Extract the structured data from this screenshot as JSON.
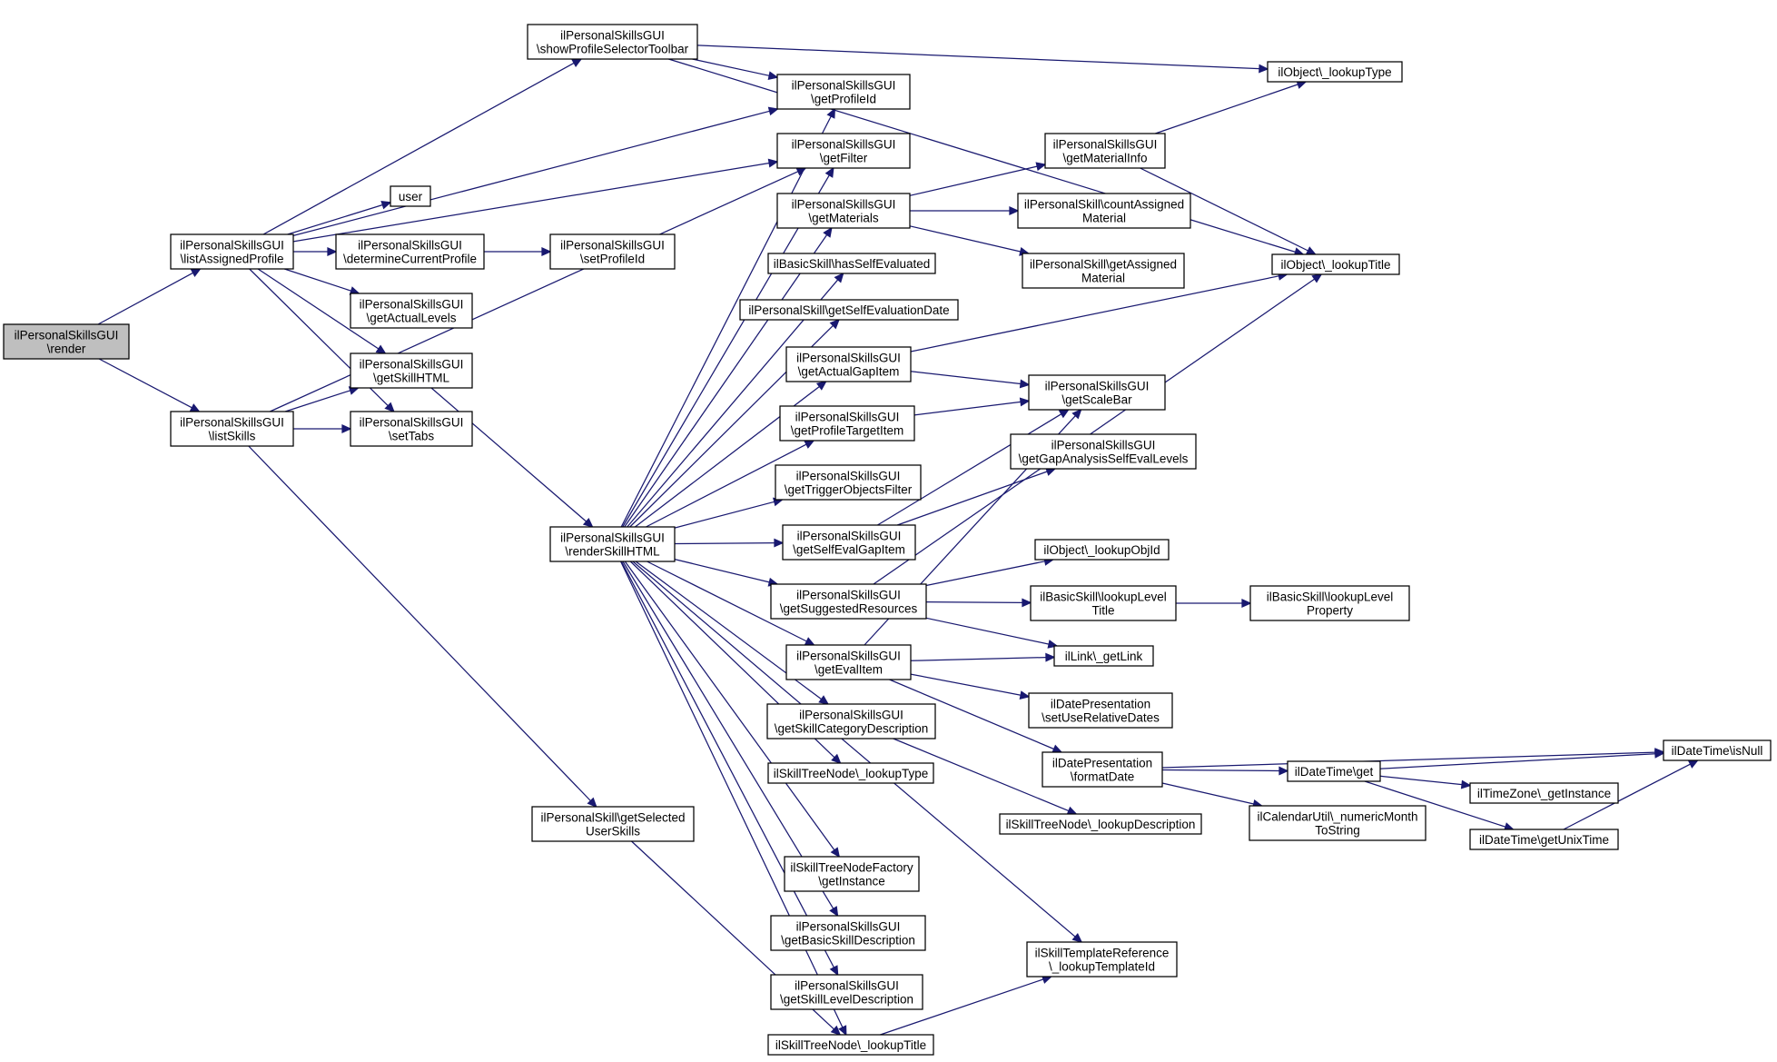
{
  "nodes": [
    {
      "id": "render",
      "lines": [
        "ilPersonalSkillsGUI",
        "\\render"
      ],
      "root": true
    },
    {
      "id": "listAssignedProfile",
      "lines": [
        "ilPersonalSkillsGUI",
        "\\listAssignedProfile"
      ]
    },
    {
      "id": "listSkills",
      "lines": [
        "ilPersonalSkillsGUI",
        "\\listSkills"
      ]
    },
    {
      "id": "showProfileSelectorToolbar",
      "lines": [
        "ilPersonalSkillsGUI",
        "\\showProfileSelectorToolbar"
      ]
    },
    {
      "id": "user",
      "lines": [
        "user"
      ]
    },
    {
      "id": "determineCurrentProfile",
      "lines": [
        "ilPersonalSkillsGUI",
        "\\determineCurrentProfile"
      ]
    },
    {
      "id": "setProfileId",
      "lines": [
        "ilPersonalSkillsGUI",
        "\\setProfileId"
      ]
    },
    {
      "id": "getActualLevels",
      "lines": [
        "ilPersonalSkillsGUI",
        "\\getActualLevels"
      ]
    },
    {
      "id": "getSkillHTML",
      "lines": [
        "ilPersonalSkillsGUI",
        "\\getSkillHTML"
      ]
    },
    {
      "id": "setTabs",
      "lines": [
        "ilPersonalSkillsGUI",
        "\\setTabs"
      ]
    },
    {
      "id": "getSelectedUserSkills",
      "lines": [
        "ilPersonalSkill\\getSelected",
        "UserSkills"
      ]
    },
    {
      "id": "renderSkillHTML",
      "lines": [
        "ilPersonalSkillsGUI",
        "\\renderSkillHTML"
      ]
    },
    {
      "id": "getProfileId",
      "lines": [
        "ilPersonalSkillsGUI",
        "\\getProfileId"
      ]
    },
    {
      "id": "getFilter",
      "lines": [
        "ilPersonalSkillsGUI",
        "\\getFilter"
      ]
    },
    {
      "id": "getMaterials",
      "lines": [
        "ilPersonalSkillsGUI",
        "\\getMaterials"
      ]
    },
    {
      "id": "hasSelfEvaluated",
      "lines": [
        "ilBasicSkill\\hasSelfEvaluated"
      ]
    },
    {
      "id": "getSelfEvaluationDate",
      "lines": [
        "ilPersonalSkill\\getSelfEvaluationDate"
      ]
    },
    {
      "id": "getActualGapItem",
      "lines": [
        "ilPersonalSkillsGUI",
        "\\getActualGapItem"
      ]
    },
    {
      "id": "getProfileTargetItem",
      "lines": [
        "ilPersonalSkillsGUI",
        "\\getProfileTargetItem"
      ]
    },
    {
      "id": "getTriggerObjectsFilter",
      "lines": [
        "ilPersonalSkillsGUI",
        "\\getTriggerObjectsFilter"
      ]
    },
    {
      "id": "getSelfEvalGapItem",
      "lines": [
        "ilPersonalSkillsGUI",
        "\\getSelfEvalGapItem"
      ]
    },
    {
      "id": "getSuggestedResources",
      "lines": [
        "ilPersonalSkillsGUI",
        "\\getSuggestedResources"
      ]
    },
    {
      "id": "getEvalItem",
      "lines": [
        "ilPersonalSkillsGUI",
        "\\getEvalItem"
      ]
    },
    {
      "id": "getSkillCategoryDescription",
      "lines": [
        "ilPersonalSkillsGUI",
        "\\getSkillCategoryDescription"
      ]
    },
    {
      "id": "stnLookupType",
      "lines": [
        "ilSkillTreeNode\\_lookupType"
      ]
    },
    {
      "id": "stnfGetInstance",
      "lines": [
        "ilSkillTreeNodeFactory",
        "\\getInstance"
      ]
    },
    {
      "id": "getBasicSkillDescription",
      "lines": [
        "ilPersonalSkillsGUI",
        "\\getBasicSkillDescription"
      ]
    },
    {
      "id": "getSkillLevelDescription",
      "lines": [
        "ilPersonalSkillsGUI",
        "\\getSkillLevelDescription"
      ]
    },
    {
      "id": "stnLookupTitle",
      "lines": [
        "ilSkillTreeNode\\_lookupTitle"
      ]
    },
    {
      "id": "getMaterialInfo",
      "lines": [
        "ilPersonalSkillsGUI",
        "\\getMaterialInfo"
      ]
    },
    {
      "id": "countAssignedMaterial",
      "lines": [
        "ilPersonalSkill\\countAssigned",
        "Material"
      ]
    },
    {
      "id": "getAssignedMaterial",
      "lines": [
        "ilPersonalSkill\\getAssigned",
        "Material"
      ]
    },
    {
      "id": "getScaleBar",
      "lines": [
        "ilPersonalSkillsGUI",
        "\\getScaleBar"
      ]
    },
    {
      "id": "getGapAnalysisSelfEvalLevels",
      "lines": [
        "ilPersonalSkillsGUI",
        "\\getGapAnalysisSelfEvalLevels"
      ]
    },
    {
      "id": "lookupObjId",
      "lines": [
        "ilObject\\_lookupObjId"
      ]
    },
    {
      "id": "bsLookupLevelTitle",
      "lines": [
        "ilBasicSkill\\lookupLevel",
        "Title"
      ]
    },
    {
      "id": "getLink",
      "lines": [
        "ilLink\\_getLink"
      ]
    },
    {
      "id": "setUseRelativeDates",
      "lines": [
        "ilDatePresentation",
        "\\setUseRelativeDates"
      ]
    },
    {
      "id": "formatDate",
      "lines": [
        "ilDatePresentation",
        "\\formatDate"
      ]
    },
    {
      "id": "stnLookupDescription",
      "lines": [
        "ilSkillTreeNode\\_lookupDescription"
      ]
    },
    {
      "id": "lookupTemplateId",
      "lines": [
        "ilSkillTemplateReference",
        "\\_lookupTemplateId"
      ]
    },
    {
      "id": "objLookupType",
      "lines": [
        "ilObject\\_lookupType"
      ]
    },
    {
      "id": "objLookupTitle",
      "lines": [
        "ilObject\\_lookupTitle"
      ]
    },
    {
      "id": "bsLookupLevelProperty",
      "lines": [
        "ilBasicSkill\\lookupLevel",
        "Property"
      ]
    },
    {
      "id": "dtGet",
      "lines": [
        "ilDateTime\\get"
      ]
    },
    {
      "id": "numericMonthToString",
      "lines": [
        "ilCalendarUtil\\_numericMonth",
        "ToString"
      ]
    },
    {
      "id": "isNull",
      "lines": [
        "ilDateTime\\isNull"
      ]
    },
    {
      "id": "tzGetInstance",
      "lines": [
        "ilTimeZone\\_getInstance"
      ]
    },
    {
      "id": "getUnixTime",
      "lines": [
        "ilDateTime\\getUnixTime"
      ]
    }
  ],
  "edges": [
    [
      "render",
      "listAssignedProfile"
    ],
    [
      "render",
      "listSkills"
    ],
    [
      "listAssignedProfile",
      "showProfileSelectorToolbar"
    ],
    [
      "listAssignedProfile",
      "getProfileId"
    ],
    [
      "listAssignedProfile",
      "getFilter"
    ],
    [
      "listAssignedProfile",
      "user"
    ],
    [
      "listAssignedProfile",
      "determineCurrentProfile"
    ],
    [
      "listAssignedProfile",
      "getActualLevels"
    ],
    [
      "listAssignedProfile",
      "getSkillHTML"
    ],
    [
      "listAssignedProfile",
      "setTabs"
    ],
    [
      "listSkills",
      "getSkillHTML"
    ],
    [
      "listSkills",
      "setTabs"
    ],
    [
      "listSkills",
      "getFilter"
    ],
    [
      "listSkills",
      "getSelectedUserSkills"
    ],
    [
      "showProfileSelectorToolbar",
      "objLookupType"
    ],
    [
      "showProfileSelectorToolbar",
      "objLookupTitle"
    ],
    [
      "showProfileSelectorToolbar",
      "getProfileId"
    ],
    [
      "determineCurrentProfile",
      "setProfileId"
    ],
    [
      "getSkillHTML",
      "renderSkillHTML"
    ],
    [
      "getSelectedUserSkills",
      "stnLookupTitle"
    ],
    [
      "renderSkillHTML",
      "getProfileId"
    ],
    [
      "renderSkillHTML",
      "getFilter"
    ],
    [
      "renderSkillHTML",
      "getMaterials"
    ],
    [
      "renderSkillHTML",
      "hasSelfEvaluated"
    ],
    [
      "renderSkillHTML",
      "getSelfEvaluationDate"
    ],
    [
      "renderSkillHTML",
      "getActualGapItem"
    ],
    [
      "renderSkillHTML",
      "getProfileTargetItem"
    ],
    [
      "renderSkillHTML",
      "getTriggerObjectsFilter"
    ],
    [
      "renderSkillHTML",
      "getSelfEvalGapItem"
    ],
    [
      "renderSkillHTML",
      "getSuggestedResources"
    ],
    [
      "renderSkillHTML",
      "getEvalItem"
    ],
    [
      "renderSkillHTML",
      "getSkillCategoryDescription"
    ],
    [
      "renderSkillHTML",
      "stnLookupType"
    ],
    [
      "renderSkillHTML",
      "stnfGetInstance"
    ],
    [
      "renderSkillHTML",
      "getBasicSkillDescription"
    ],
    [
      "renderSkillHTML",
      "getSkillLevelDescription"
    ],
    [
      "renderSkillHTML",
      "stnLookupTitle"
    ],
    [
      "renderSkillHTML",
      "lookupTemplateId"
    ],
    [
      "getMaterials",
      "getMaterialInfo"
    ],
    [
      "getMaterials",
      "countAssignedMaterial"
    ],
    [
      "getMaterials",
      "getAssignedMaterial"
    ],
    [
      "getMaterialInfo",
      "objLookupType"
    ],
    [
      "getMaterialInfo",
      "objLookupTitle"
    ],
    [
      "getActualGapItem",
      "objLookupTitle"
    ],
    [
      "getActualGapItem",
      "getScaleBar"
    ],
    [
      "getProfileTargetItem",
      "getScaleBar"
    ],
    [
      "getSelfEvalGapItem",
      "getScaleBar"
    ],
    [
      "getSelfEvalGapItem",
      "getGapAnalysisSelfEvalLevels"
    ],
    [
      "getSuggestedResources",
      "objLookupTitle"
    ],
    [
      "getSuggestedResources",
      "lookupObjId"
    ],
    [
      "getSuggestedResources",
      "bsLookupLevelTitle"
    ],
    [
      "getSuggestedResources",
      "getLink"
    ],
    [
      "getEvalItem",
      "getScaleBar"
    ],
    [
      "getEvalItem",
      "getLink"
    ],
    [
      "getEvalItem",
      "setUseRelativeDates"
    ],
    [
      "getEvalItem",
      "formatDate"
    ],
    [
      "getSkillCategoryDescription",
      "stnLookupDescription"
    ],
    [
      "bsLookupLevelTitle",
      "bsLookupLevelProperty"
    ],
    [
      "stnLookupTitle",
      "lookupTemplateId"
    ],
    [
      "formatDate",
      "dtGet"
    ],
    [
      "formatDate",
      "isNull"
    ],
    [
      "formatDate",
      "numericMonthToString"
    ],
    [
      "dtGet",
      "isNull"
    ],
    [
      "dtGet",
      "tzGetInstance"
    ],
    [
      "dtGet",
      "getUnixTime"
    ],
    [
      "getUnixTime",
      "isNull"
    ]
  ],
  "colors": {
    "edge": "#191970",
    "root_fill": "#bfbfbf",
    "node_fill": "#ffffff",
    "border": "#000000"
  }
}
